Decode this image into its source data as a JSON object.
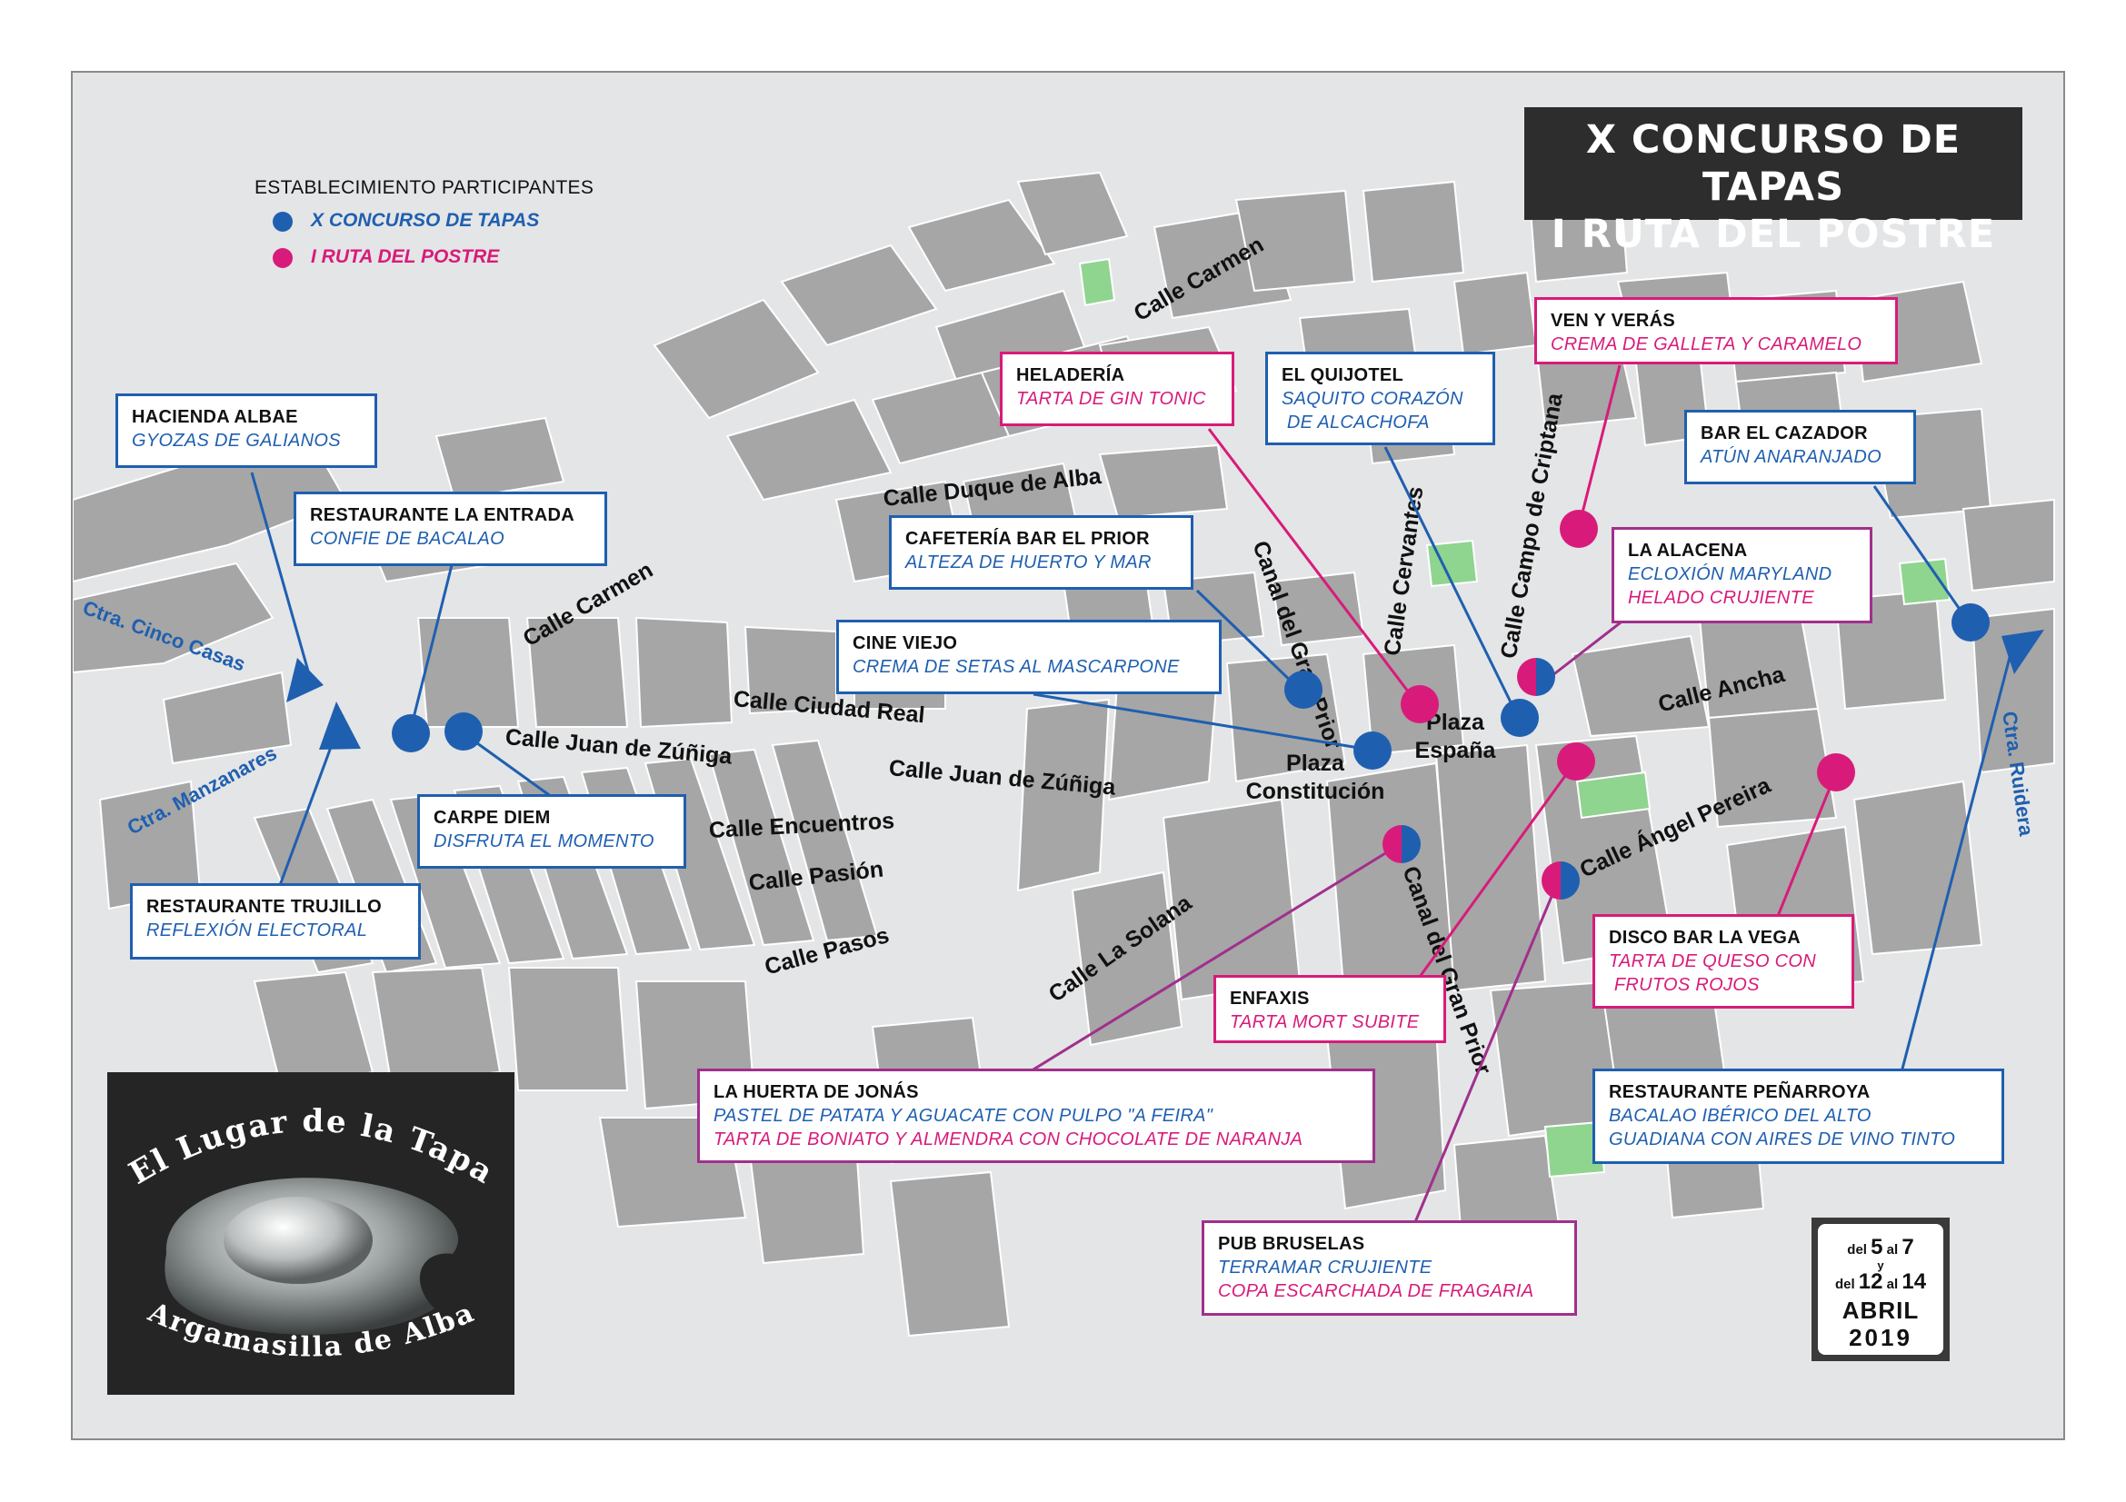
{
  "title": {
    "line1": "X CONCURSO DE TAPAS",
    "line2": "I RUTA DEL POSTRE"
  },
  "legend": {
    "heading": "ESTABLECIMIENTO PARTICIPANTES",
    "tapas": "X CONCURSO DE TAPAS",
    "postre": "I RUTA DEL POSTRE"
  },
  "colors": {
    "tapas": "#1f5fb0",
    "postre": "#d81b7a",
    "both": "#a0308c",
    "map_background": "#e4e5e6",
    "blocks": "#a6a6a6",
    "parks": "#8fd48f"
  },
  "streets": {
    "calle_carmen_n": "Calle Carmen",
    "calle_carmen_w": "Calle Carmen",
    "duque_de_alba": "Calle Duque de Alba",
    "ciudad_real": "Calle Ciudad Real",
    "juan_de_zuniga_w": "Calle Juan de Zúñiga",
    "juan_de_zuniga_e": "Calle Juan de Zúñiga",
    "encuentros": "Calle Encuentros",
    "pasion": "Calle Pasión",
    "pasos": "Calle Pasos",
    "la_solana": "Calle La Solana",
    "canal_gran_prior_n": "Canal del Gran Prior",
    "canal_gran_prior_s": "Canal del Gran Prior",
    "cervantes": "Calle Cervantes",
    "campo_de_criptana": "Calle Campo de Criptana",
    "ancha": "Calle Ancha",
    "angel_pereira": "Calle Ángel Pereira",
    "plaza_constitucion": "Plaza Constitución",
    "plaza_espana": "Plaza España"
  },
  "roads": {
    "cinco_casas": "Ctra. Cinco Casas",
    "manzanares": "Ctra. Manzanares",
    "ruidera": "Ctra. Ruidera"
  },
  "establishments": [
    {
      "name": "HACIENDA ALBAE",
      "items": [
        "GYOZAS DE GALIANOS"
      ],
      "category": "tapas"
    },
    {
      "name": "RESTAURANTE LA ENTRADA",
      "items": [
        "CONFIE DE BACALAO"
      ],
      "category": "tapas"
    },
    {
      "name": "CARPE DIEM",
      "items": [
        "DISFRUTA EL MOMENTO"
      ],
      "category": "tapas"
    },
    {
      "name": "RESTAURANTE TRUJILLO",
      "items": [
        "REFLEXIÓN ELECTORAL"
      ],
      "category": "tapas"
    },
    {
      "name": "CAFETERÍA BAR EL PRIOR",
      "items": [
        "ALTEZA DE HUERTO Y MAR"
      ],
      "category": "tapas"
    },
    {
      "name": "CINE VIEJO",
      "items": [
        "CREMA DE SETAS AL MASCARPONE"
      ],
      "category": "tapas"
    },
    {
      "name": "HELADERÍA",
      "items": [
        "TARTA DE GIN TONIC"
      ],
      "category": "postre"
    },
    {
      "name": "EL QUIJOTEL",
      "items": [
        "SAQUITO CORAZÓN",
        " DE ALCACHOFA"
      ],
      "category": "tapas"
    },
    {
      "name": "VEN Y VERÁS",
      "items": [
        "CREMA DE GALLETA Y CARAMELO"
      ],
      "category": "postre"
    },
    {
      "name": "BAR EL CAZADOR",
      "items": [
        "ATÚN ANARANJADO"
      ],
      "category": "tapas"
    },
    {
      "name": "LA ALACENA",
      "items": [
        "ECLOXIÓN MARYLAND",
        "HELADO CRUJIENTE"
      ],
      "category": "both"
    },
    {
      "name": "DISCO BAR LA VEGA",
      "items": [
        "TARTA DE QUESO CON",
        " FRUTOS ROJOS"
      ],
      "category": "postre"
    },
    {
      "name": "ENFAXIS",
      "items": [
        "TARTA MORT SUBITE"
      ],
      "category": "postre"
    },
    {
      "name": "LA HUERTA DE JONÁS",
      "items": [
        "PASTEL DE PATATA Y AGUACATE CON PULPO \"A FEIRA\"",
        "TARTA DE BONIATO Y ALMENDRA CON CHOCOLATE DE NARANJA"
      ],
      "category": "both"
    },
    {
      "name": "PUB BRUSELAS",
      "items": [
        "TERRAMAR CRUJIENTE",
        "COPA ESCARCHADA DE FRAGARIA"
      ],
      "category": "both"
    },
    {
      "name": "RESTAURANTE PEÑARROYA",
      "items": [
        "BACALAO IBÉRICO DEL ALTO",
        "GUADIANA CON AIRES DE VINO TINTO"
      ],
      "category": "tapas"
    }
  ],
  "logo": {
    "top_text": "El Lugar de la Tapa",
    "bottom_text": "Argamasilla de Alba"
  },
  "dates": {
    "line1_del": "del",
    "line1_a": "5",
    "line1_al": "al",
    "line1_b": "7",
    "y": "y",
    "line2_del": "del",
    "line2_a": "12",
    "line2_al": "al",
    "line2_b": "14",
    "month": "ABRIL",
    "year": "2019"
  }
}
